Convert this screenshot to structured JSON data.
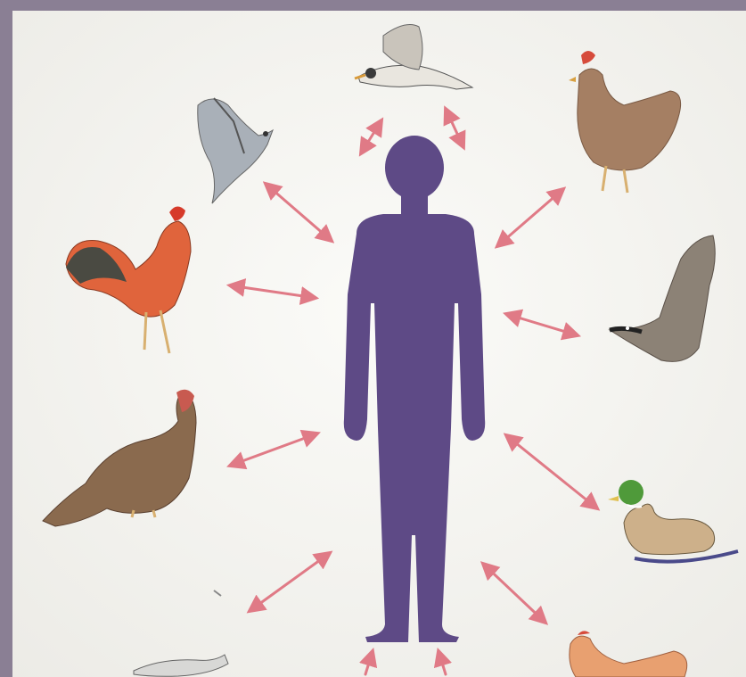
{
  "colors": {
    "frame": "#8a7f94",
    "paper": "#f7f6f2",
    "human": "#5e4a86",
    "arrow": "#e07a86",
    "hen_brown": "#a57f63",
    "rooster_red": "#e0643c",
    "turkey_brown": "#8a6a4e",
    "goose_grey": "#8c8276",
    "mallard_green": "#4f9a3a",
    "duck_body": "#cdb08a",
    "chick_orange": "#e8a070",
    "pigeon_grey": "#a9b0b8",
    "gull_white": "#e9e6df"
  },
  "diagram": {
    "center": "human-silhouette",
    "nodes": [
      {
        "id": "gull",
        "icon": "gull-icon"
      },
      {
        "id": "pigeon",
        "icon": "pigeon-icon"
      },
      {
        "id": "hen",
        "icon": "hen-icon"
      },
      {
        "id": "rooster",
        "icon": "rooster-icon"
      },
      {
        "id": "goose",
        "icon": "goose-icon"
      },
      {
        "id": "turkey",
        "icon": "turkey-icon"
      },
      {
        "id": "mallard",
        "icon": "mallard-icon"
      },
      {
        "id": "bird-bottom-left",
        "icon": "bird-icon"
      },
      {
        "id": "chicken-bottom-right",
        "icon": "chicken-icon"
      }
    ],
    "relation": "bidirectional"
  }
}
